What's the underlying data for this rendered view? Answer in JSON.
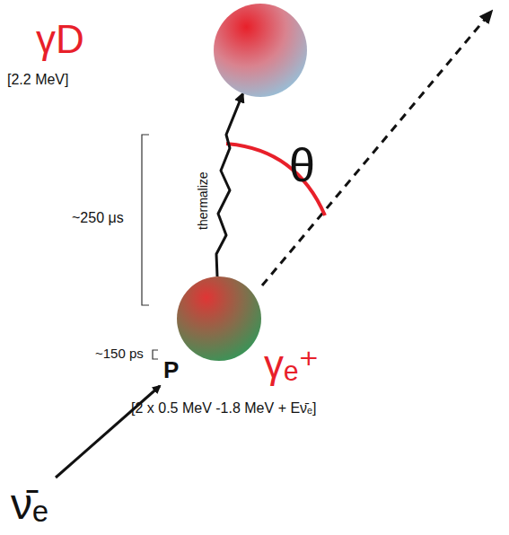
{
  "diagram": {
    "nodes": [
      {
        "text": [
          "γD",
          "[2.2 MeV]"
        ]
      },
      {
        "text": [
          "γₑ⁺",
          "[2 x 0.5 MeV -1.8 MeV + Eν̄ₑ]"
        ]
      }
    ],
    "edges": [
      {
        "from": 1,
        "to": 0,
        "arrow": "to",
        "label": "thermalize"
      }
    ],
    "labels": [
      "ν̄ₑ",
      "P",
      "~150 ps",
      "~250 μs",
      "θ"
    ]
  }
}
